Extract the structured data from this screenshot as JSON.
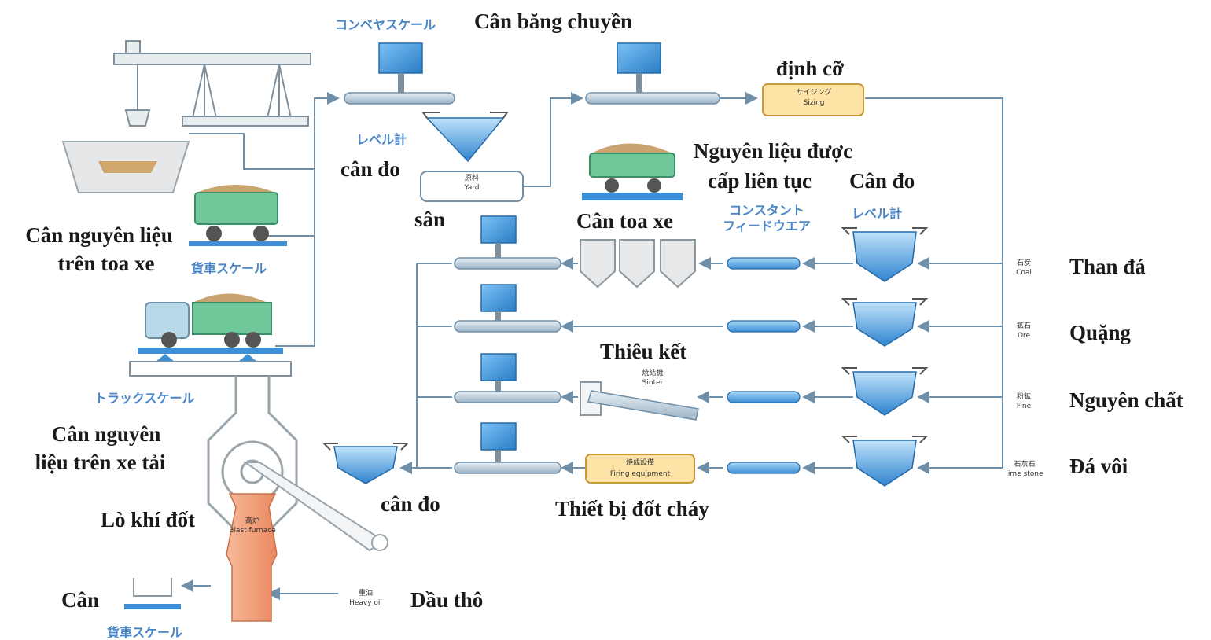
{
  "labels": {
    "belt_scale": "Cân băng chuyền",
    "sizing": "định cỡ",
    "weigh_level": "cân đo",
    "yard": "sân",
    "material_cont_1": "Nguyên liệu được",
    "material_cont_2": "cấp liên tục",
    "weigh_right": "Cân đo",
    "wagon_scale": "Cân toa xe",
    "rail_material_1": "Cân nguyên liệu",
    "rail_material_2": "trên toa xe",
    "coal": "Than đá",
    "ore": "Quặng",
    "sinter": "Thiêu kết",
    "fine": "Nguyên chất",
    "truck_material_1": "Cân nguyên",
    "truck_material_2": "liệu trên xe tải",
    "limestone": "Đá vôi",
    "weigh_bottom": "cân đo",
    "firing": "Thiết bị đốt cháy",
    "blast_furnace": "Lò khí đốt",
    "scale": "Cân",
    "crude_oil": "Dầu thô"
  },
  "jp_labels": {
    "conveyor_scale": "コンベヤスケール",
    "level_meter_left": "レベル計",
    "wagon_scale": "貨車スケール",
    "truck_scale": "トラックスケール",
    "constant_1": "コンスタント",
    "constant_2": "フィードウエア",
    "level_meter_right": "レベル計",
    "wagon_scale_bottom": "貨車スケール"
  },
  "small_labels": {
    "yard_jp": "原料",
    "yard_en": "Yard",
    "sizing_jp": "サイジング",
    "sizing_en": "Sizing",
    "sinter_jp": "焼結機",
    "sinter_en": "Sinter",
    "firing_jp": "焼成設備",
    "firing_en": "Firing equipment",
    "furnace_jp": "高炉",
    "furnace_en": "Blast furnace",
    "coal_jp": "石炭",
    "coal_en": "Coal",
    "ore_jp": "鉱石",
    "ore_en": "Ore",
    "fine_jp": "粉鉱",
    "fine_en": "Fine",
    "lime_jp": "石灰石",
    "lime_en": "lime stone",
    "oil_jp": "重油",
    "oil_en": "Heavy oil"
  },
  "colors": {
    "pipe": "#6f8fa8",
    "equipment_blue": "#3d8fd6",
    "equipment_light": "#a9d3f2",
    "furnace": "#f0a27f",
    "sizing_box": "#fde4a6",
    "wagon_green": "#6fc79a"
  }
}
